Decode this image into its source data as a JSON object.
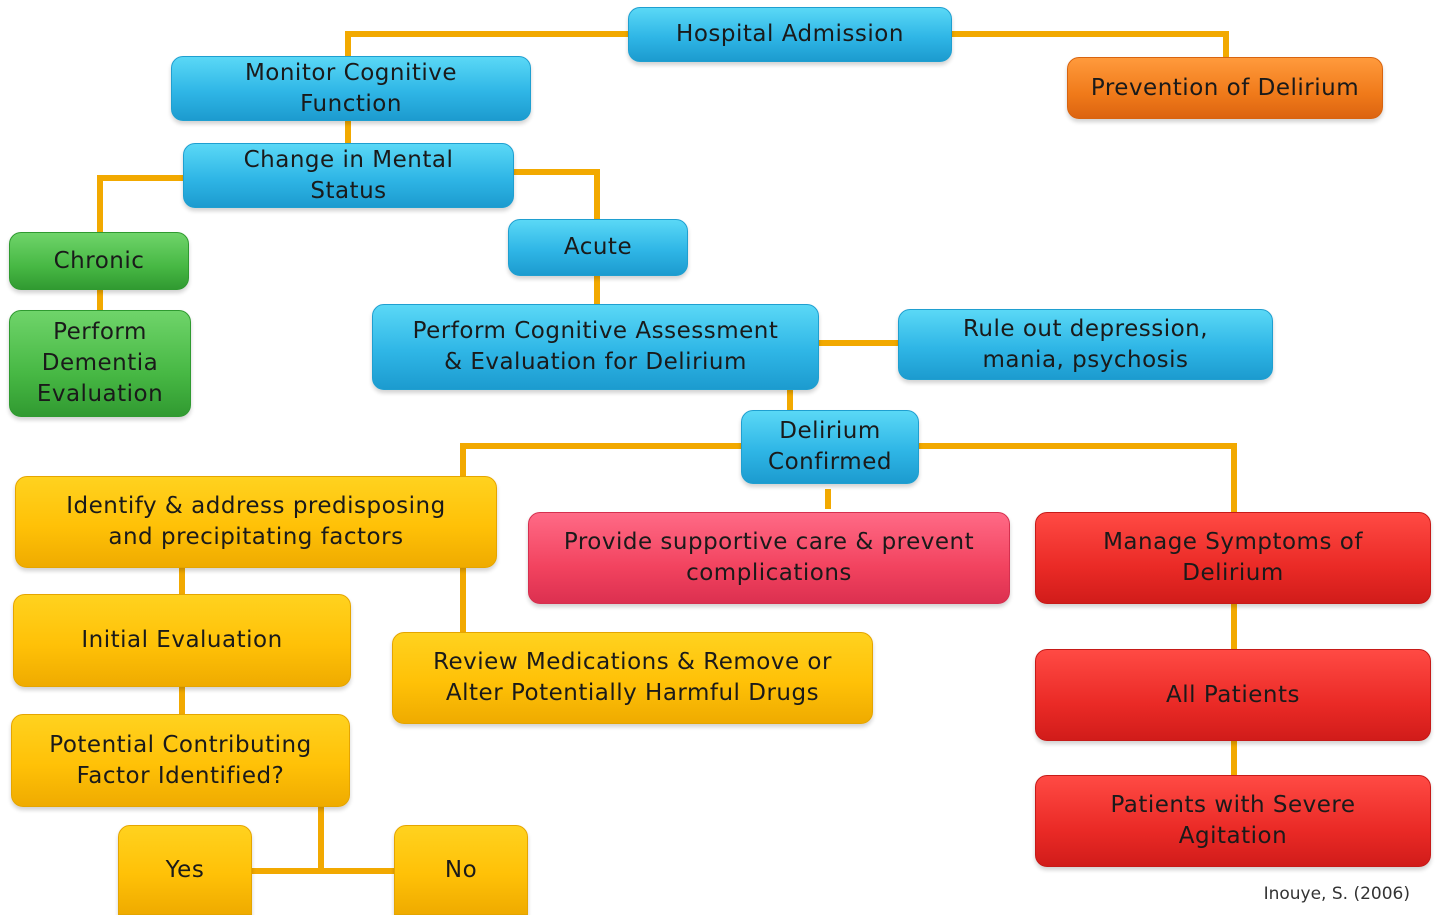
{
  "diagram": {
    "nodes": {
      "admission": "Hospital Admission",
      "prevention": "Prevention of Delirium",
      "monitor": "Monitor Cognitive\nFunction",
      "change": "Change in Mental\nStatus",
      "chronic": "Chronic",
      "dementia": "Perform\nDementia\nEvaluation",
      "acute": "Acute",
      "assessment": "Perform Cognitive Assessment\n& Evaluation for Delirium",
      "ruleout": "Rule out depression,\nmania, psychosis",
      "confirmed": "Delirium\nConfirmed",
      "identify": "Identify & address predisposing\nand precipitating factors",
      "supportive": "Provide supportive care & prevent\ncomplications",
      "manage": "Manage Symptoms of\nDelirium",
      "initial": "Initial Evaluation",
      "review": "Review Medications & Remove or\nAlter Potentially Harmful Drugs",
      "allpatients": "All Patients",
      "potential": "Potential Contributing\nFactor Identified?",
      "severe": "Patients with Severe\nAgitation",
      "yes": "Yes",
      "no": "No"
    },
    "citation": "Inouye, S. (2006)"
  },
  "colors": {
    "connector": "#f2a900",
    "blue": "#2fb6e6",
    "orange": "#f07a1a",
    "green": "#47b844",
    "yellow": "#ffc107",
    "pink": "#f2435f",
    "red": "#ea2a26"
  }
}
